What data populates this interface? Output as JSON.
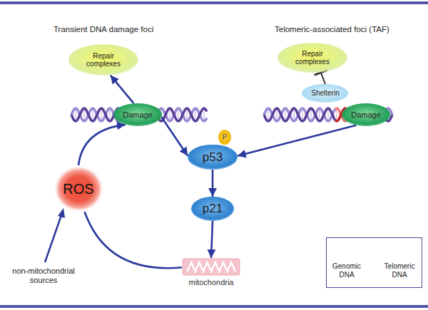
{
  "diagram": {
    "nodes": [
      {
        "text": [
          "Repair complexes"
        ]
      },
      {
        "text": [
          "Damage"
        ]
      },
      {
        "text": [
          "Repair complexes"
        ]
      },
      {
        "text": [
          "Shelterin"
        ]
      },
      {
        "text": [
          "Damage"
        ]
      },
      {
        "text": [
          "p53"
        ]
      },
      {
        "text": [
          "P"
        ]
      },
      {
        "text": [
          "p21"
        ]
      },
      {
        "text": [
          "mitochondria"
        ]
      },
      {
        "text": [
          "ROS"
        ]
      }
    ],
    "edges": [
      {
        "from": 1,
        "to": 0,
        "arrow": "to"
      },
      {
        "from": 1,
        "to": 5,
        "arrow": "to"
      },
      {
        "from": 4,
        "to": 5,
        "arrow": "to"
      },
      {
        "from": 3,
        "to": 2,
        "arrow": "to"
      },
      {
        "from": 5,
        "to": 7,
        "arrow": "to"
      },
      {
        "from": 7,
        "to": 8,
        "arrow": "to"
      },
      {
        "from": 8,
        "to": 9,
        "arrow": "none"
      },
      {
        "from": 9,
        "to": 1,
        "arrow": "to"
      }
    ],
    "labels": [
      "Transient DNA damage foci",
      "Telomeric-associated foci (TAF)",
      "non-mitochondrial sources"
    ],
    "legend": [
      {
        "text": "Genomic DNA"
      },
      {
        "text": "Telomeric DNA"
      }
    ]
  }
}
